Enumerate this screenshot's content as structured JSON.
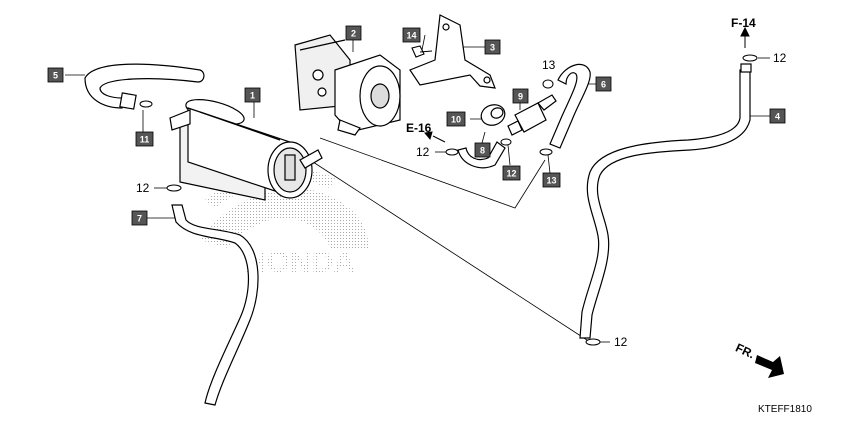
{
  "diagram": {
    "watermark_text": "HONDA",
    "diagram_code": "KTEFF1810",
    "front_marker": "FR.",
    "refs": {
      "f14": "F-14",
      "e16": "E-16"
    },
    "callouts": {
      "c1": "1",
      "c2": "2",
      "c3": "3",
      "c4": "4",
      "c5": "5",
      "c6": "6",
      "c7": "7",
      "c8": "8",
      "c9": "9",
      "c10": "10",
      "c11": "11",
      "c12": "12",
      "c13": "13",
      "c14": "14"
    },
    "plain_labels": {
      "clamp_12": "12",
      "clamp_13": "13"
    },
    "colors": {
      "callout_fill": "#555555",
      "line": "#000000",
      "watermark": "#9a9a9a"
    }
  }
}
